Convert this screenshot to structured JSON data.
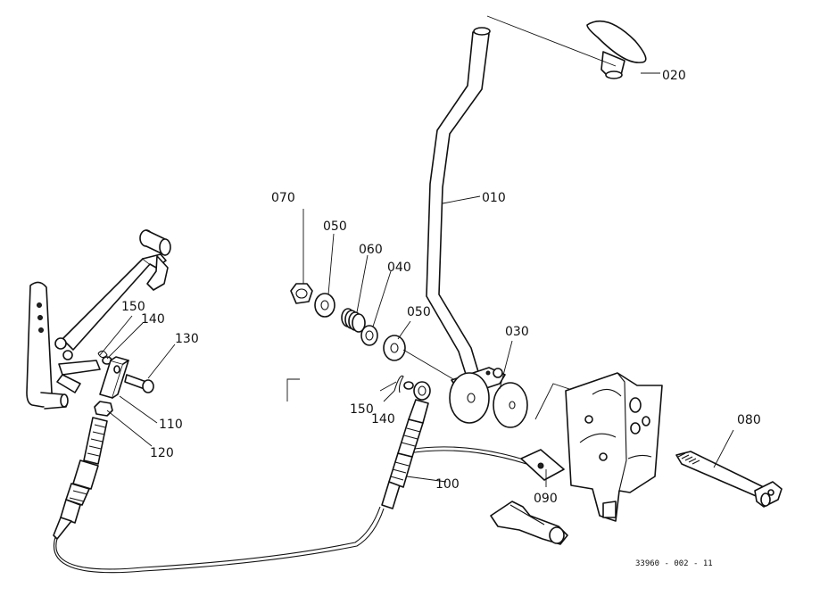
{
  "callouts": {
    "p010": "010",
    "p020": "020",
    "p030": "030",
    "p040": "040",
    "p050a": "050",
    "p050b": "050",
    "p060": "060",
    "p070": "070",
    "p080": "080",
    "p090": "090",
    "p100": "100",
    "p110": "110",
    "p120": "120",
    "p130": "130",
    "p140a": "140",
    "p140b": "140",
    "p150a": "150",
    "p150b": "150"
  },
  "drawing_code": "33960 - 002 - 11"
}
